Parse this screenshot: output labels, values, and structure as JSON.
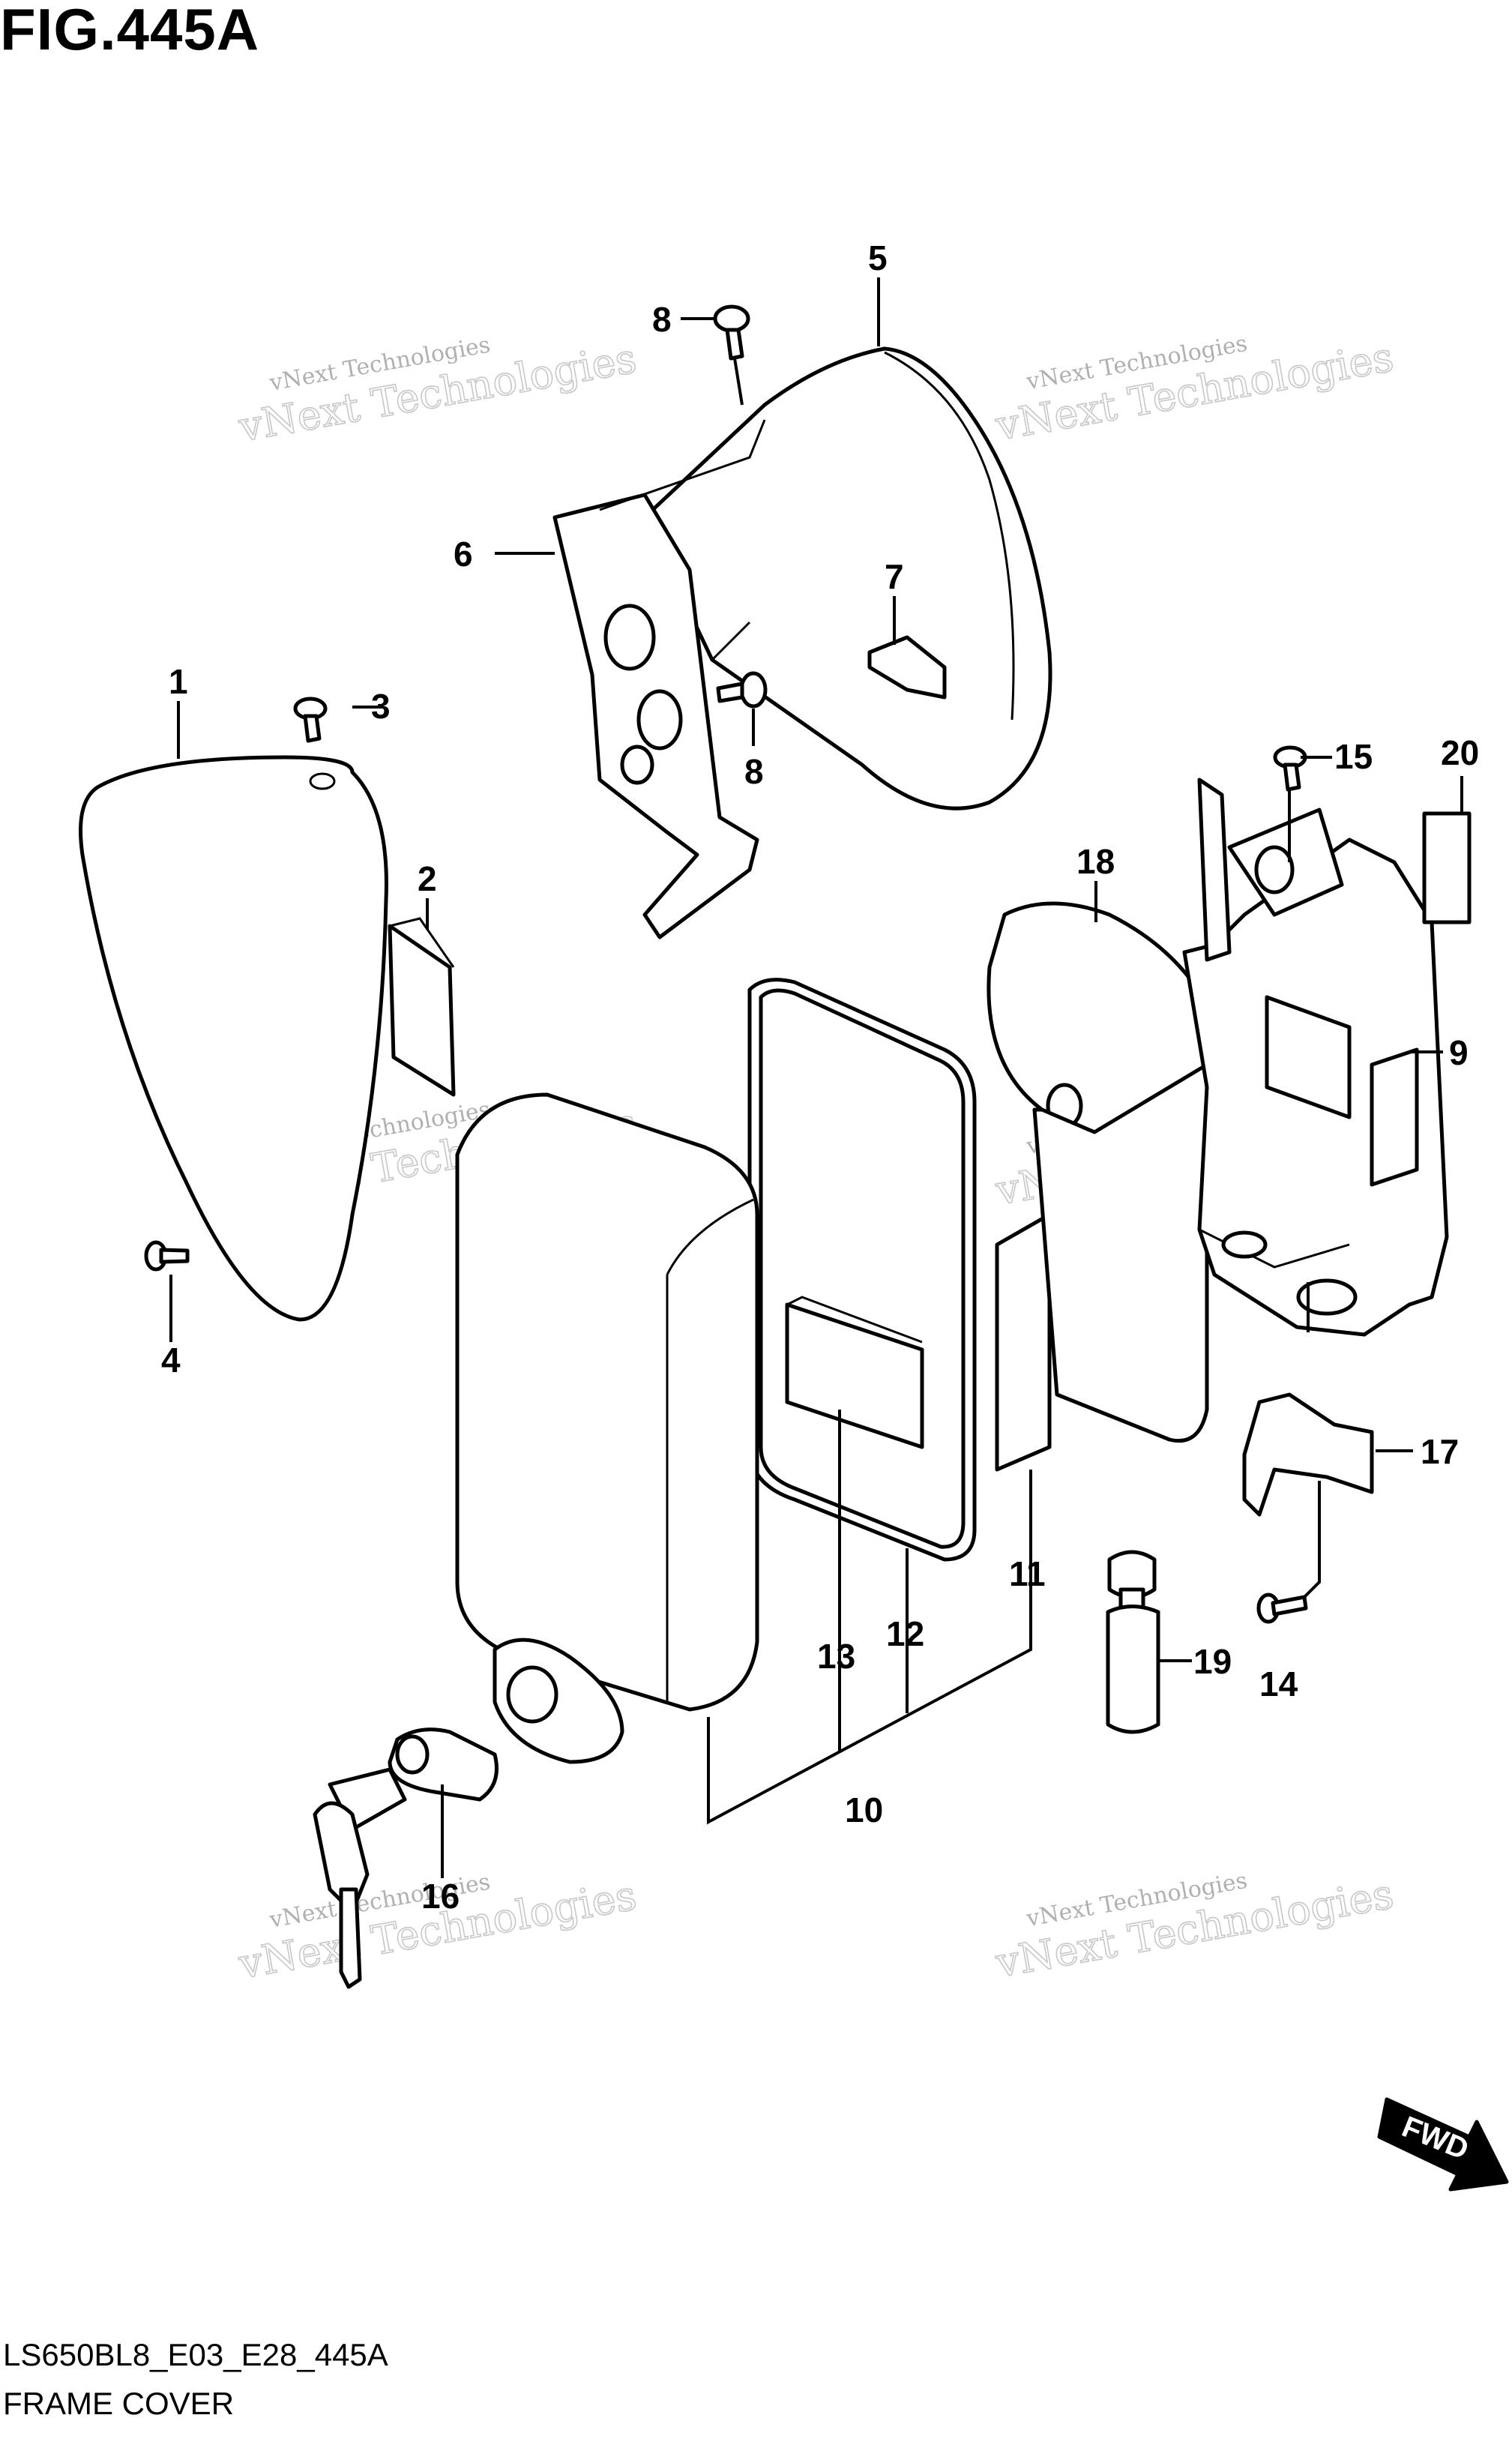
{
  "figure_title": "FIG.445A",
  "footer": {
    "code": "LS650BL8_E03_E28_445A",
    "name": "FRAME COVER"
  },
  "watermark": {
    "line1": "vNext Technologies",
    "line2": "vNext Technologies"
  },
  "fwd_label": "FWD",
  "callouts": {
    "p1": "1",
    "p2": "2",
    "p3": "3",
    "p4": "4",
    "p5": "5",
    "p6": "6",
    "p7": "7",
    "p8a": "8",
    "p8b": "8",
    "p9": "9",
    "p10": "10",
    "p11": "11",
    "p12": "12",
    "p13": "13",
    "p14": "14",
    "p15": "15",
    "p16": "16",
    "p17": "17",
    "p18": "18",
    "p19": "19",
    "p20": "20"
  }
}
